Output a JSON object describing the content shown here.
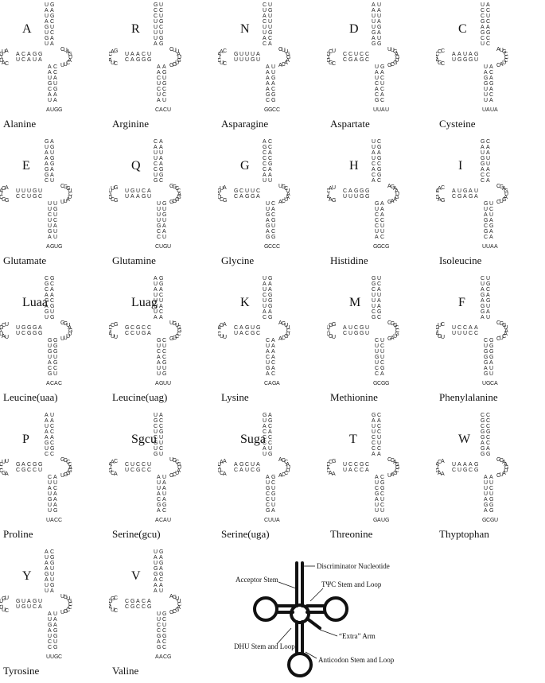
{
  "panels": [
    {
      "code": "A",
      "name": "Alanine"
    },
    {
      "code": "R",
      "name": "Arginine"
    },
    {
      "code": "N",
      "name": "Asparagine"
    },
    {
      "code": "D",
      "name": "Aspartate"
    },
    {
      "code": "C",
      "name": "Cysteine"
    },
    {
      "code": "E",
      "name": "Glutamate"
    },
    {
      "code": "Q",
      "name": "Glutamine"
    },
    {
      "code": "G",
      "name": "Glycine"
    },
    {
      "code": "H",
      "name": "Histidine"
    },
    {
      "code": "I",
      "name": "Isoleucine"
    },
    {
      "code": "Luaa",
      "name": "Leucine(uaa)"
    },
    {
      "code": "Luag",
      "name": "Leucine(uag)"
    },
    {
      "code": "K",
      "name": "Lysine"
    },
    {
      "code": "M",
      "name": "Methionine"
    },
    {
      "code": "F",
      "name": "Phenylalanine"
    },
    {
      "code": "P",
      "name": "Proline"
    },
    {
      "code": "Sgcu",
      "name": "Serine(gcu)"
    },
    {
      "code": "Suga",
      "name": "Serine(uga)"
    },
    {
      "code": "T",
      "name": "Threonine"
    },
    {
      "code": "W",
      "name": "Thyptophan"
    },
    {
      "code": "Y",
      "name": "Tyrosine"
    },
    {
      "code": "V",
      "name": "Valine"
    }
  ],
  "legend": {
    "discriminator": "Discriminator Nucleotide",
    "acceptor": "Acceptor Stem",
    "tpsic": "TΨC Stem and Loop",
    "extra": "“Extra” Arm",
    "dhu": "DHU Stem and Loop",
    "anticodon": "Anticodon Stem and Loop"
  }
}
